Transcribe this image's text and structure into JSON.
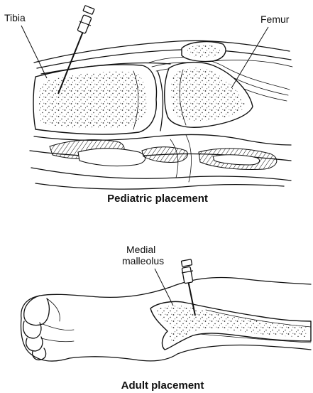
{
  "pediatric": {
    "labels": {
      "tibia": "Tibia",
      "femur": "Femur"
    },
    "caption": "Pediatric placement"
  },
  "adult": {
    "labels": {
      "medial_malleolus_line1": "Medial",
      "medial_malleolus_line2": "malleolus"
    },
    "caption": "Adult placement"
  }
}
